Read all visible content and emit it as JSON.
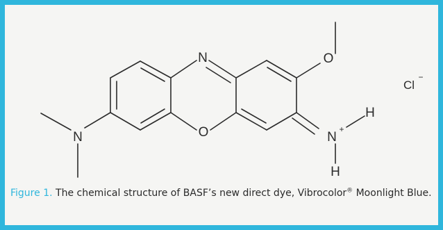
{
  "figure": {
    "atoms": {
      "n_top": "N",
      "o_ring": "O",
      "o_methoxy": "O",
      "n_amine": "N",
      "n_imine": "N",
      "n_imine_charge": "+",
      "h_right": "H",
      "h_bottom": "H",
      "counterion": "Cl",
      "counterion_charge": "−"
    },
    "caption": {
      "label": "Figure 1.",
      "text_before": " The chemical structure of BASF’s new direct dye, Vibrocolor",
      "registered_mark": "®",
      "text_after": " Moonlight Blue."
    }
  },
  "colors": {
    "frame": "#2fb6dc",
    "panel": "#f5f5f3",
    "bond": "#2b2b2b",
    "caption_label": "#2fb6dc"
  }
}
